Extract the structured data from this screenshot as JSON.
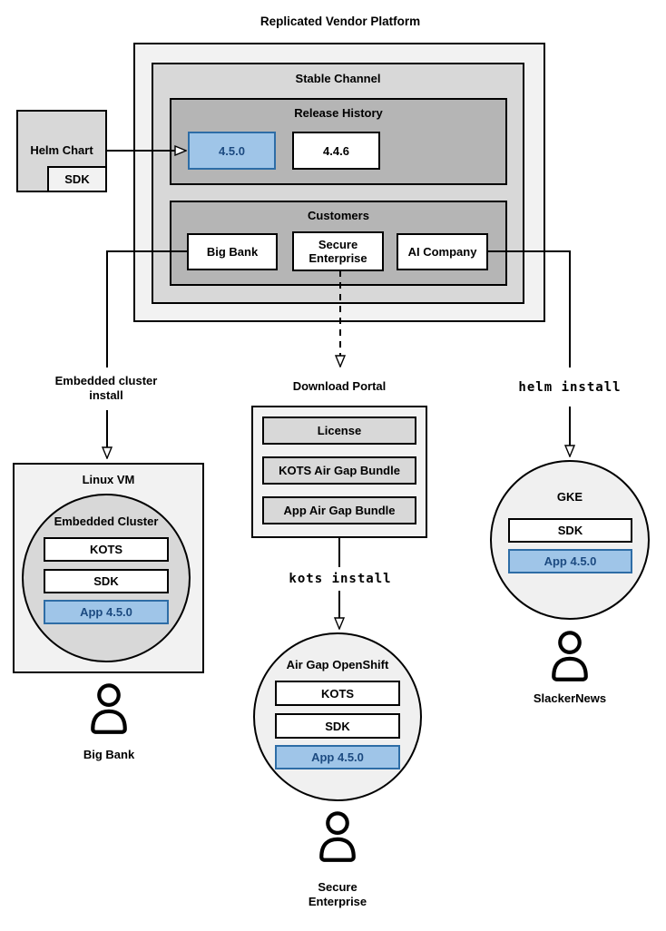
{
  "title": "Replicated Vendor Platform",
  "colors": {
    "highlight_fill": "#9fc5e8",
    "highlight_border": "#2e6da6",
    "highlight_text": "#1c4a80"
  },
  "platform": {
    "stable_channel_label": "Stable Channel",
    "release_history_label": "Release History",
    "releases": [
      "4.5.0",
      "4.4.6"
    ],
    "customers_label": "Customers",
    "customers": [
      "Big Bank",
      "Secure\nEnterprise",
      "AI Company"
    ]
  },
  "helm_chart": {
    "label": "Helm Chart",
    "sdk": "SDK"
  },
  "left_flow": {
    "arrow_label": "Embedded cluster\ninstall",
    "vm_label": "Linux VM",
    "cluster_label": "Embedded Cluster",
    "components": [
      "KOTS",
      "SDK",
      "App 4.5.0"
    ],
    "user": "Big Bank"
  },
  "middle_flow": {
    "portal_label": "Download Portal",
    "portal_items": [
      "License",
      "KOTS Air Gap Bundle",
      "App Air Gap Bundle"
    ],
    "command": "kots install",
    "cluster_label": "Air Gap OpenShift",
    "components": [
      "KOTS",
      "SDK",
      "App 4.5.0"
    ],
    "user": "Secure\nEnterprise"
  },
  "right_flow": {
    "command": "helm install",
    "cluster_label": "GKE",
    "components": [
      "SDK",
      "App 4.5.0"
    ],
    "user": "SlackerNews"
  }
}
